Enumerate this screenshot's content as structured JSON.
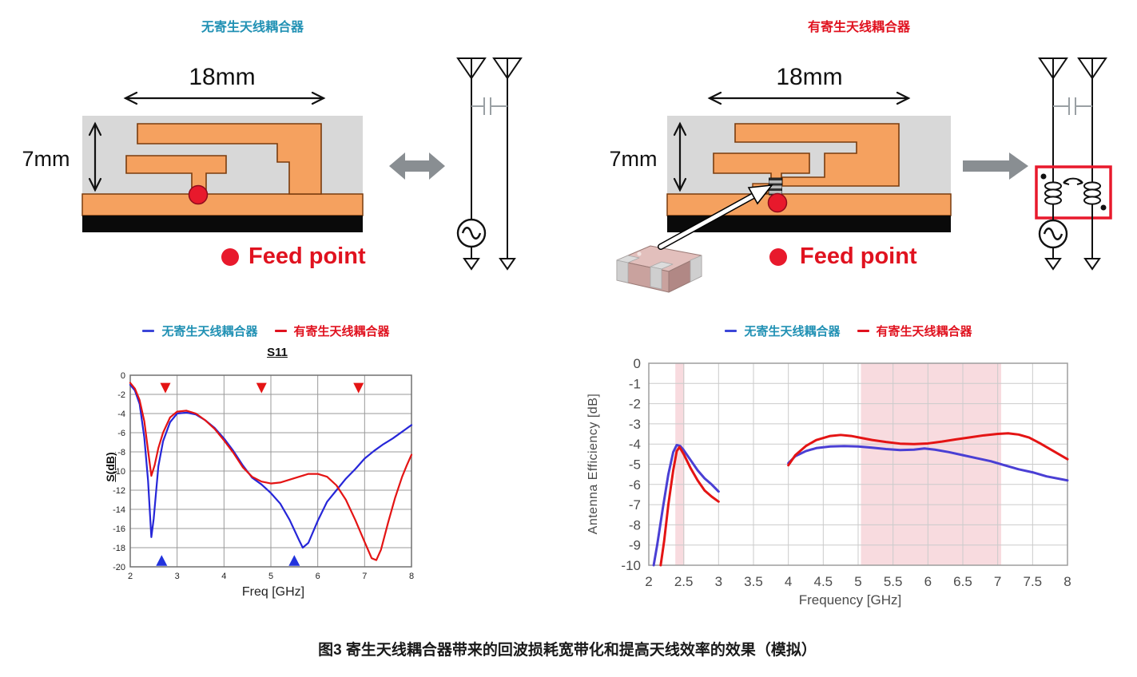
{
  "page": {
    "caption": "图3 寄生天线耦合器带来的回波损耗宽带化和提高天线效率的效果（模拟）"
  },
  "panel_without": {
    "title": "无寄生天线耦合器",
    "title_color": "#2191b4",
    "width_label": "18mm",
    "height_label": "7mm",
    "feed_label": "Feed point"
  },
  "panel_with": {
    "title": "有寄生天线耦合器",
    "title_color": "#e0121f",
    "width_label": "18mm",
    "height_label": "7mm",
    "feed_label": "Feed point"
  },
  "legend": {
    "without": {
      "label": "无寄生天线耦合器",
      "dash_color": "#3b46d8",
      "text_color": "#2191b4"
    },
    "with": {
      "label": "有寄生天线耦合器",
      "dash_color": "#e0121f",
      "text_color": "#e0121f"
    }
  },
  "colors": {
    "board_substrate": "#d8d8d8",
    "copper": "#f5a15f",
    "copper_outline": "#7a3c0e",
    "board_black": "#0a0a0a",
    "feed_red": "#e8192c",
    "gray_arrow": "#898e92",
    "highlight_box_red": "#e8192c",
    "band_pink": "#f8dbdf"
  },
  "chart_data": [
    {
      "type": "line",
      "title": "S11",
      "xlabel": "Freq [GHz]",
      "ylabel": "S(dB)",
      "xlim": [
        2,
        8
      ],
      "xtick": 1,
      "ylim": [
        -20,
        0
      ],
      "ytick": 2,
      "grid": true,
      "legend_position": "top",
      "series": [
        {
          "name": "无寄生天线耦合器",
          "color": "#2626d8",
          "segments": [
            [
              [
                2,
                -1.0
              ],
              [
                2.1,
                -1.6
              ],
              [
                2.2,
                -3.0
              ],
              [
                2.3,
                -6.5
              ],
              [
                2.38,
                -11.0
              ],
              [
                2.45,
                -16.9
              ],
              [
                2.5,
                -15.0
              ],
              [
                2.6,
                -9.5
              ],
              [
                2.7,
                -6.9
              ],
              [
                2.85,
                -4.9
              ],
              [
                3,
                -4.0
              ],
              [
                3.2,
                -3.9
              ],
              [
                3.4,
                -4.1
              ],
              [
                3.6,
                -4.7
              ],
              [
                3.8,
                -5.5
              ],
              [
                4,
                -6.6
              ],
              [
                4.2,
                -7.9
              ],
              [
                4.4,
                -9.4
              ],
              [
                4.6,
                -10.7
              ],
              [
                4.8,
                -11.4
              ],
              [
                5,
                -12.3
              ],
              [
                5.2,
                -13.4
              ],
              [
                5.4,
                -15.1
              ],
              [
                5.6,
                -17.2
              ],
              [
                5.68,
                -18.0
              ],
              [
                5.8,
                -17.5
              ],
              [
                6,
                -15.2
              ],
              [
                6.2,
                -13.2
              ],
              [
                6.4,
                -12.0
              ],
              [
                6.6,
                -10.8
              ],
              [
                6.8,
                -9.8
              ],
              [
                7,
                -8.7
              ],
              [
                7.2,
                -7.9
              ],
              [
                7.4,
                -7.2
              ],
              [
                7.6,
                -6.6
              ],
              [
                7.8,
                -5.9
              ],
              [
                8,
                -5.2
              ]
            ]
          ]
        },
        {
          "name": "有寄生天线耦合器",
          "color": "#e41414",
          "segments": [
            [
              [
                2,
                -0.8
              ],
              [
                2.1,
                -1.4
              ],
              [
                2.2,
                -2.6
              ],
              [
                2.3,
                -4.8
              ],
              [
                2.4,
                -8.6
              ],
              [
                2.45,
                -10.5
              ],
              [
                2.52,
                -9.4
              ],
              [
                2.6,
                -7.6
              ],
              [
                2.7,
                -6.0
              ],
              [
                2.85,
                -4.4
              ],
              [
                3,
                -3.8
              ],
              [
                3.2,
                -3.7
              ],
              [
                3.4,
                -4.0
              ],
              [
                3.6,
                -4.7
              ],
              [
                3.8,
                -5.6
              ],
              [
                4,
                -6.8
              ],
              [
                4.2,
                -8.1
              ],
              [
                4.4,
                -9.6
              ],
              [
                4.6,
                -10.6
              ],
              [
                4.8,
                -11.1
              ],
              [
                5,
                -11.3
              ],
              [
                5.2,
                -11.2
              ],
              [
                5.4,
                -10.9
              ],
              [
                5.6,
                -10.6
              ],
              [
                5.8,
                -10.3
              ],
              [
                6,
                -10.3
              ],
              [
                6.2,
                -10.6
              ],
              [
                6.4,
                -11.5
              ],
              [
                6.6,
                -13.0
              ],
              [
                6.8,
                -15.1
              ],
              [
                7,
                -17.4
              ],
              [
                7.15,
                -19.1
              ],
              [
                7.25,
                -19.3
              ],
              [
                7.35,
                -18.2
              ],
              [
                7.5,
                -15.4
              ],
              [
                7.65,
                -12.8
              ],
              [
                7.8,
                -10.6
              ],
              [
                7.9,
                -9.4
              ],
              [
                8,
                -8.3
              ]
            ]
          ]
        }
      ],
      "markers": [
        {
          "shape": "triangle-down",
          "color": "#e41414",
          "y": -1.3,
          "x": [
            2.75,
            4.8,
            6.87
          ]
        },
        {
          "shape": "triangle-up",
          "color": "#2233dd",
          "y": -19.35,
          "x": [
            2.67,
            5.5
          ]
        }
      ]
    },
    {
      "type": "line",
      "title": "",
      "xlabel": "Frequency [GHz]",
      "ylabel": "Antenna Efficiency [dB]",
      "xlim": [
        2,
        8
      ],
      "xtick": 0.5,
      "ylim": [
        -10,
        0
      ],
      "ytick": 1,
      "grid": true,
      "bands": [
        {
          "x0": 2.38,
          "x1": 2.51,
          "color": "#f8dbdf"
        },
        {
          "x0": 5.04,
          "x1": 7.05,
          "color": "#f8dbdf"
        }
      ],
      "series": [
        {
          "name": "无寄生天线耦合器",
          "color": "#4a3fd4",
          "segments": [
            [
              [
                2.07,
                -10
              ],
              [
                2.12,
                -9.0
              ],
              [
                2.2,
                -7.2
              ],
              [
                2.28,
                -5.5
              ],
              [
                2.35,
                -4.4
              ],
              [
                2.4,
                -4.05
              ],
              [
                2.45,
                -4.1
              ],
              [
                2.5,
                -4.3
              ],
              [
                2.6,
                -4.8
              ],
              [
                2.7,
                -5.3
              ],
              [
                2.8,
                -5.7
              ],
              [
                2.9,
                -6.0
              ],
              [
                3,
                -6.35
              ]
            ],
            [
              [
                4,
                -4.95
              ],
              [
                4.1,
                -4.6
              ],
              [
                4.25,
                -4.35
              ],
              [
                4.4,
                -4.2
              ],
              [
                4.6,
                -4.12
              ],
              [
                4.8,
                -4.1
              ],
              [
                5,
                -4.12
              ],
              [
                5.2,
                -4.18
              ],
              [
                5.4,
                -4.25
              ],
              [
                5.6,
                -4.3
              ],
              [
                5.8,
                -4.28
              ],
              [
                5.95,
                -4.22
              ],
              [
                6.1,
                -4.28
              ],
              [
                6.3,
                -4.4
              ],
              [
                6.5,
                -4.55
              ],
              [
                6.7,
                -4.7
              ],
              [
                6.9,
                -4.85
              ],
              [
                7.1,
                -5.05
              ],
              [
                7.3,
                -5.25
              ],
              [
                7.5,
                -5.4
              ],
              [
                7.7,
                -5.6
              ],
              [
                8,
                -5.8
              ]
            ]
          ]
        },
        {
          "name": "有寄生天线耦合器",
          "color": "#e41414",
          "segments": [
            [
              [
                2.17,
                -10
              ],
              [
                2.22,
                -8.8
              ],
              [
                2.28,
                -7.0
              ],
              [
                2.35,
                -5.3
              ],
              [
                2.4,
                -4.35
              ],
              [
                2.44,
                -4.15
              ],
              [
                2.5,
                -4.5
              ],
              [
                2.6,
                -5.2
              ],
              [
                2.7,
                -5.8
              ],
              [
                2.8,
                -6.3
              ],
              [
                2.9,
                -6.6
              ],
              [
                3,
                -6.85
              ]
            ],
            [
              [
                4,
                -5.05
              ],
              [
                4.1,
                -4.55
              ],
              [
                4.25,
                -4.1
              ],
              [
                4.4,
                -3.8
              ],
              [
                4.6,
                -3.6
              ],
              [
                4.75,
                -3.55
              ],
              [
                4.9,
                -3.6
              ],
              [
                5.05,
                -3.7
              ],
              [
                5.2,
                -3.8
              ],
              [
                5.4,
                -3.9
              ],
              [
                5.6,
                -3.98
              ],
              [
                5.8,
                -4.0
              ],
              [
                6,
                -3.97
              ],
              [
                6.2,
                -3.88
              ],
              [
                6.4,
                -3.77
              ],
              [
                6.6,
                -3.67
              ],
              [
                6.8,
                -3.57
              ],
              [
                7,
                -3.5
              ],
              [
                7.15,
                -3.47
              ],
              [
                7.3,
                -3.53
              ],
              [
                7.45,
                -3.68
              ],
              [
                7.6,
                -3.95
              ],
              [
                7.8,
                -4.35
              ],
              [
                8,
                -4.75
              ]
            ]
          ]
        }
      ]
    }
  ]
}
